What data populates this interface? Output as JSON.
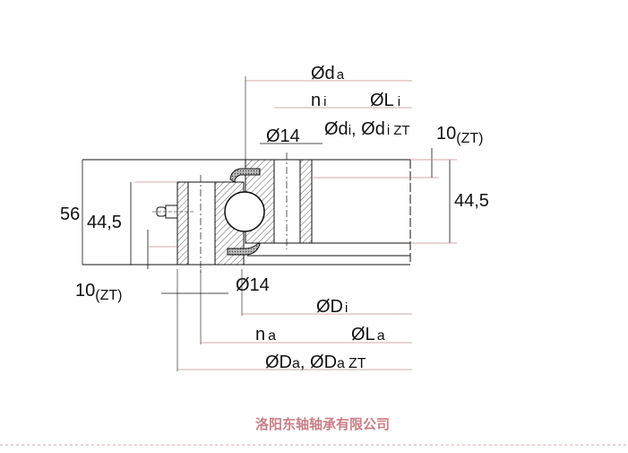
{
  "labels": {
    "d_a": {
      "main": "Ød",
      "sub": "a"
    },
    "n_i": {
      "main": "n",
      "sub": "i"
    },
    "L_i": {
      "main": "ØL",
      "sub": "i"
    },
    "hole_top": "Ø14",
    "d_i": {
      "main1": "Ød",
      "sub1": "i",
      "sep": ", ",
      "main2": "Ød",
      "sub2": "i",
      "suffix": "ZT"
    },
    "ten_right": {
      "main": "10",
      "sub": "(ZT)"
    },
    "height_total": "56",
    "height_left": "44,5",
    "height_right": "44,5",
    "ten_left": {
      "main": "10",
      "sub": "(ZT)"
    },
    "hole_bottom": "Ø14",
    "D_i": {
      "main": "ØD",
      "sub": "i"
    },
    "n_a": {
      "main": "n",
      "sub": "a"
    },
    "L_a": {
      "main": "ØL",
      "sub": "a"
    },
    "D_a": {
      "main1": "ØD",
      "sub1": "a",
      "sep": ", ",
      "main2": "ØD",
      "sub2": "a",
      "suffix": "ZT"
    }
  },
  "company": "洛阳东轴轴承有限公司",
  "colors": {
    "line": "#111111",
    "dim": "#c98b8b",
    "company": "#c97f86"
  }
}
